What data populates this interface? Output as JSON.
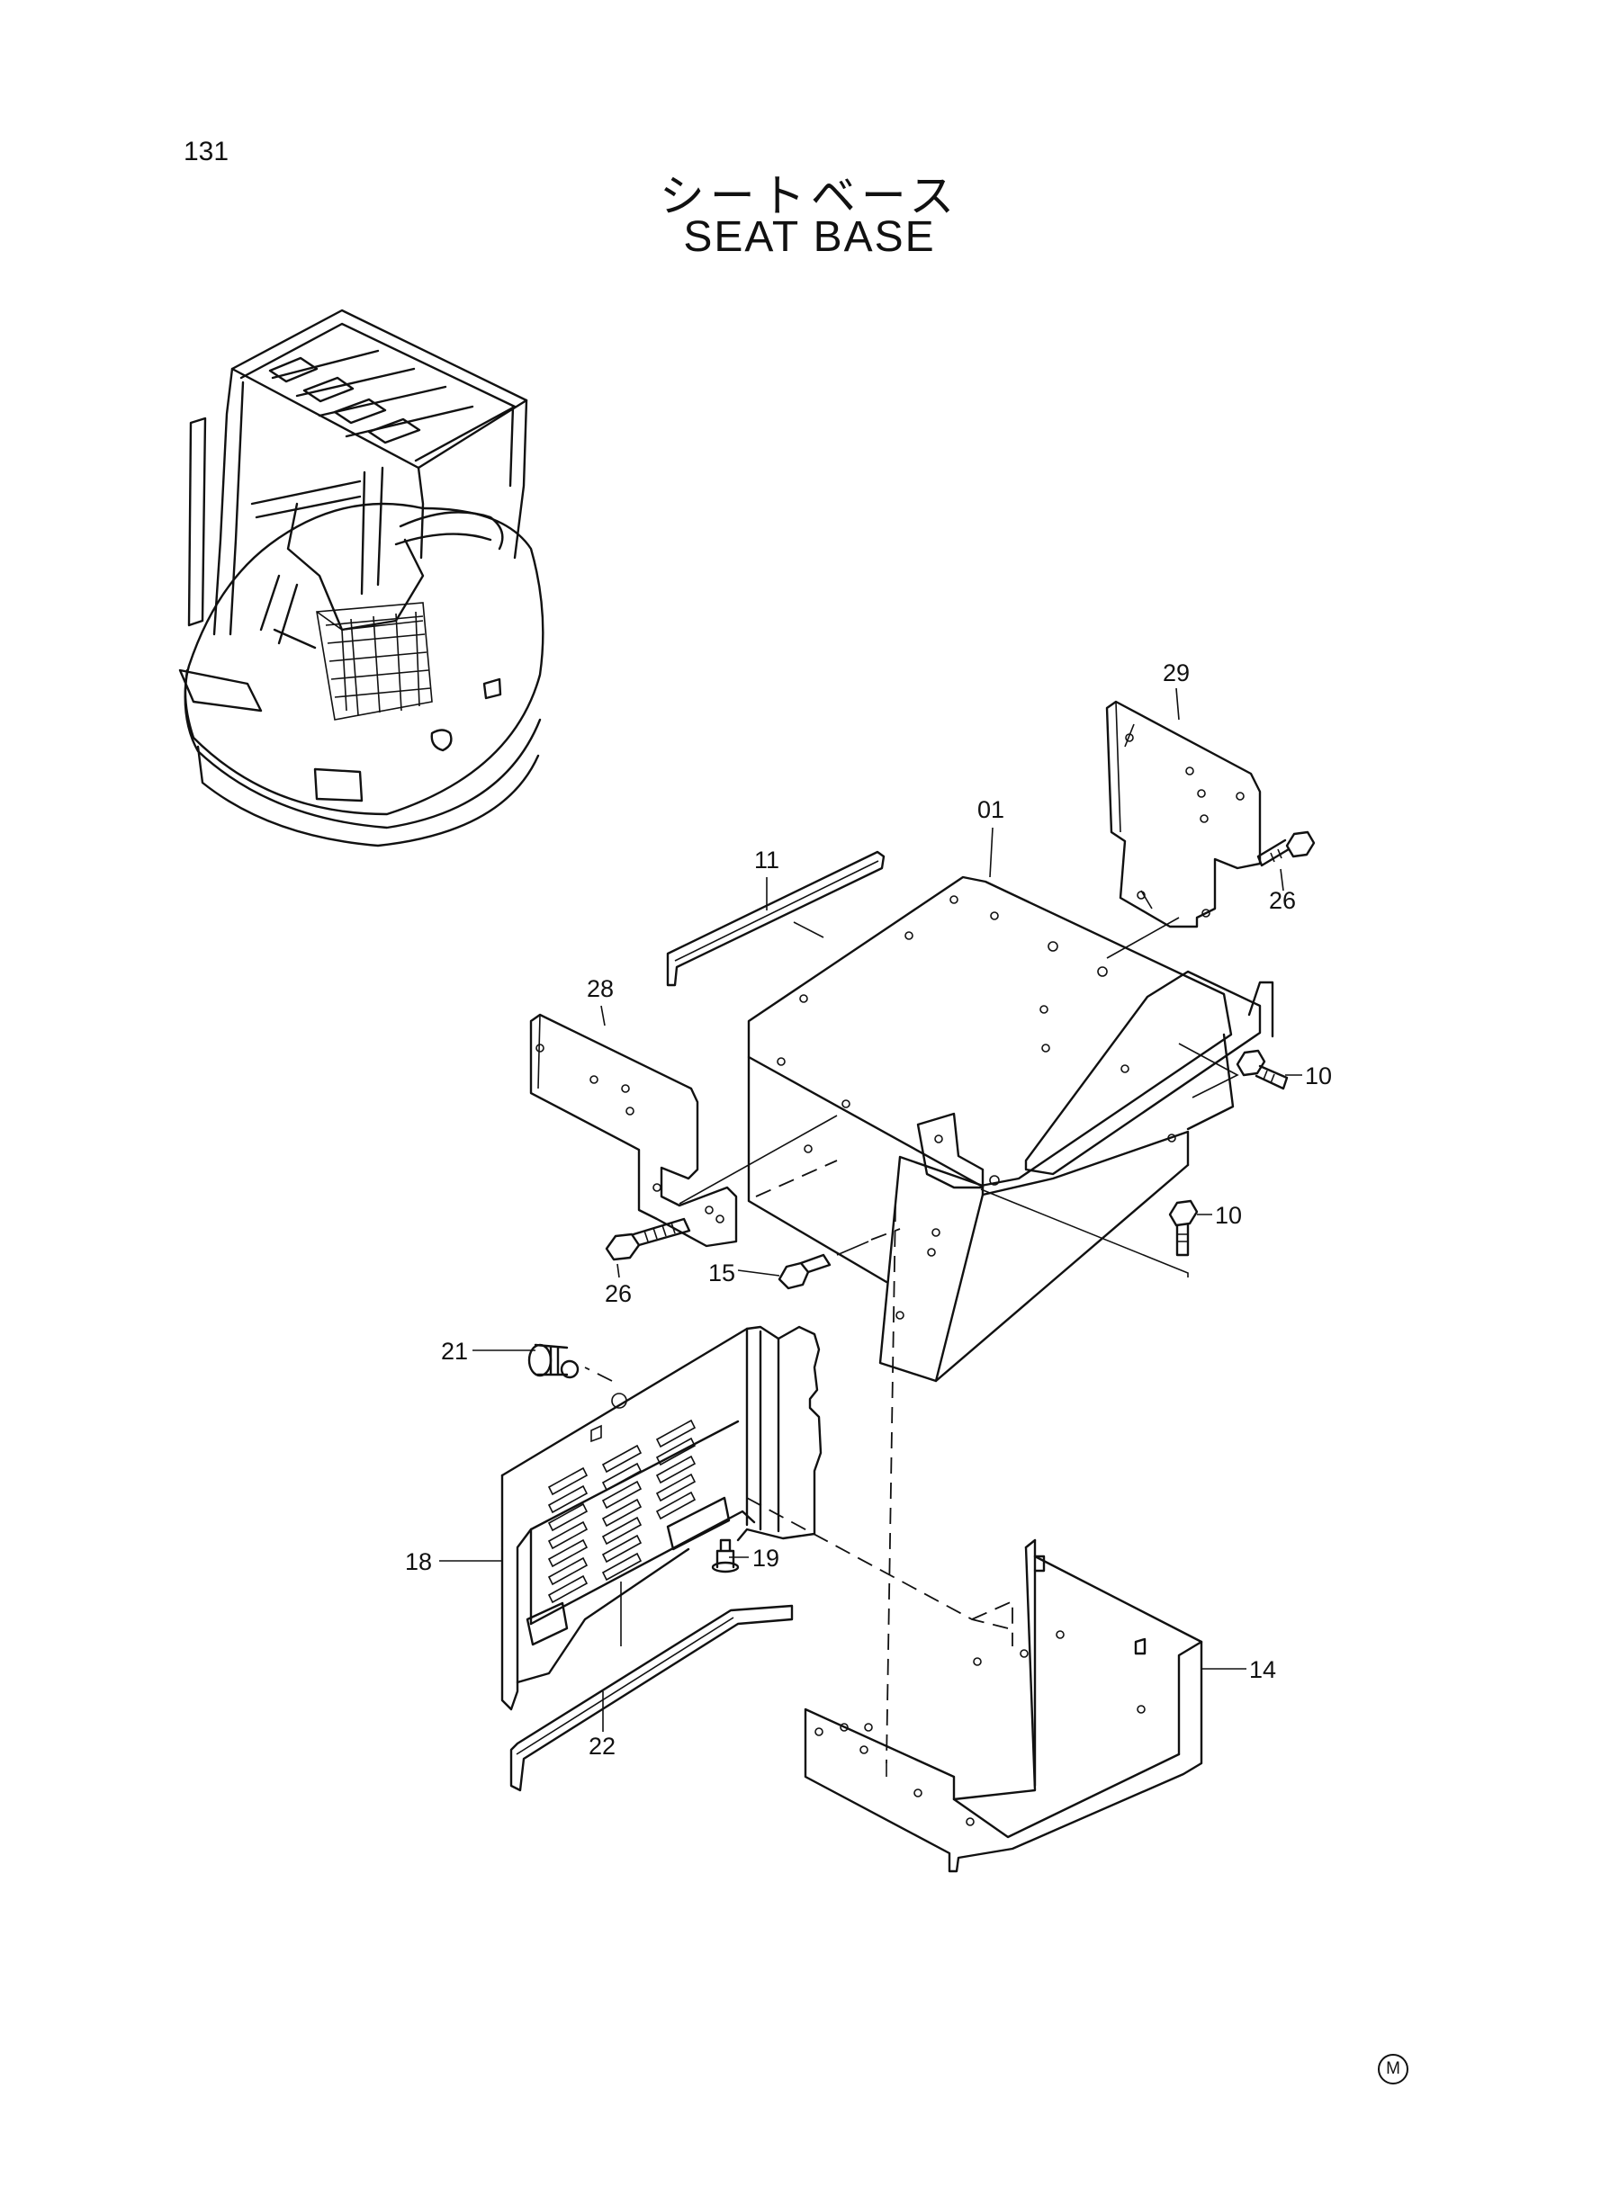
{
  "page": {
    "number": "131",
    "title_jp": "シートベース",
    "title_en": "SEAT BASE",
    "mark": "M"
  },
  "callouts": {
    "p01": "01",
    "p10a": "10",
    "p10b": "10",
    "p11": "11",
    "p14": "14",
    "p15": "15",
    "p18": "18",
    "p19": "19",
    "p21": "21",
    "p22": "22",
    "p26a": "26",
    "p26b": "26",
    "p28": "28",
    "p29": "29"
  }
}
